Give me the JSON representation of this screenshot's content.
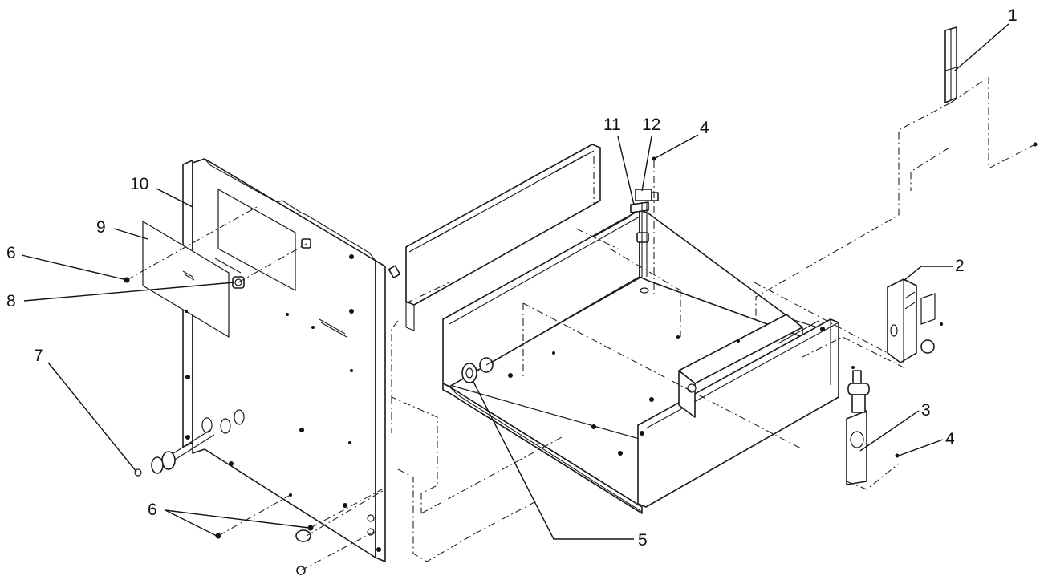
{
  "callouts": {
    "c1": "1",
    "c2": "2",
    "c3": "3",
    "c4a": "4",
    "c4b": "4",
    "c5": "5",
    "c6a": "6",
    "c6b": "6",
    "c7": "7",
    "c8": "8",
    "c9": "9",
    "c10": "10",
    "c11": "11",
    "c12": "12"
  },
  "colors": {
    "line": "#1a1a1a",
    "background": "#ffffff"
  }
}
